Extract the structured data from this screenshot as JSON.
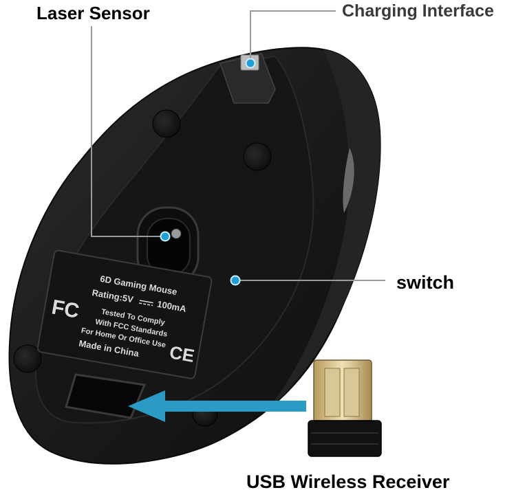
{
  "callouts": {
    "laser_sensor": "Laser Sensor",
    "charging_interface": "Charging Interface",
    "switch": "switch",
    "usb_receiver": "USB Wireless Receiver"
  },
  "label_sticker": {
    "line1": "6D Gaming  Mouse",
    "line2": "Rating:5V",
    "line2_value": "100mA",
    "fcc_logo": "FC",
    "line3": "Tested To Comply",
    "line4": "With FCC Standards",
    "line5": "For Home Or Office Use",
    "line6": "Made in China",
    "ce_mark": "CE"
  },
  "colors": {
    "accent": "#1f9fd8",
    "arrow": "#2a9bc4",
    "mouse_body": "#1b1b1b",
    "leader_line": "#9a9a9a"
  }
}
